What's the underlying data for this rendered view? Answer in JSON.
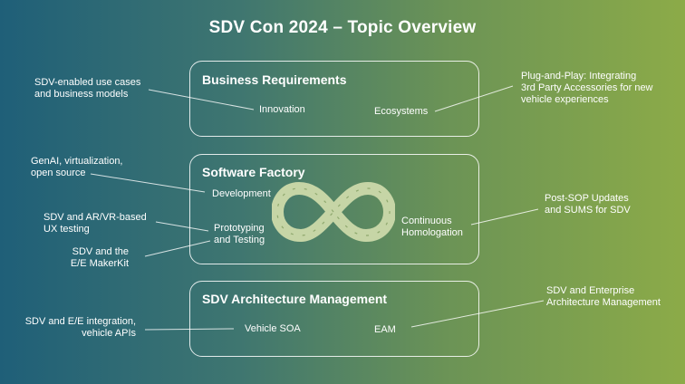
{
  "title": "SDV Con 2024 – Topic Overview",
  "boxes": {
    "business": {
      "title": "Business Requirements",
      "items": [
        "Innovation",
        "Ecosystems"
      ]
    },
    "software": {
      "title": "Software Factory",
      "items": [
        "Development",
        "Prototyping\nand Testing",
        "Continuous\nHomologation"
      ]
    },
    "architecture": {
      "title": "SDV Architecture Management",
      "items": [
        "Vehicle SOA",
        "EAM"
      ]
    }
  },
  "annotations": {
    "left": [
      "SDV-enabled use cases\nand business models",
      "GenAI, virtualization,\nopen source",
      "SDV and AR/VR-based\nUX testing",
      "SDV and the\nE/E MakerKit",
      "SDV and E/E integration,\nvehicle APIs"
    ],
    "right": [
      "Plug-and-Play: Integrating\n3rd Party Accessories for new\nvehicle experiences",
      "Post-SOP Updates\nand SUMS for SDV",
      "SDV and Enterprise\nArchitecture Management"
    ]
  },
  "icons": {
    "infinity": "infinity-loop-icon"
  },
  "colors": {
    "bg_left": "#1f5f78",
    "bg_right": "#8cab48",
    "infinity_fill": "#c6d5a6"
  }
}
